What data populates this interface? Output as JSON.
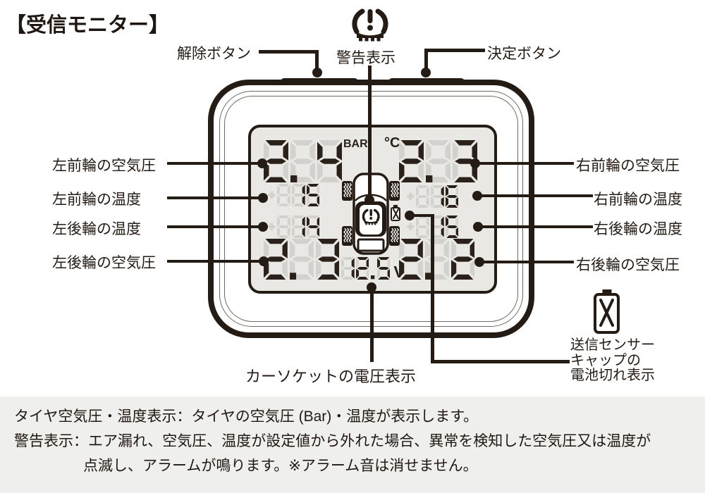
{
  "title": "【受信モニター】",
  "colors": {
    "ink": "#251b15",
    "digit": "#2a211a",
    "ghost": "#d3d1cd",
    "lcd": "#e9e8e5",
    "notes_bg": "#efefee"
  },
  "callouts": {
    "release_button": "解除ボタン",
    "warning_display": "警告表示",
    "enter_button": "決定ボタン",
    "left_front_pressure": "左前輪の空気圧",
    "left_front_temp": "左前輪の温度",
    "left_rear_temp": "左後輪の温度",
    "left_rear_pressure": "左後輪の空気圧",
    "right_front_pressure": "右前輪の空気圧",
    "right_front_temp": "右前輪の温度",
    "right_rear_temp": "右後輪の温度",
    "right_rear_pressure": "右後輪の空気圧",
    "socket_voltage": "カーソケットの電圧表示",
    "sensor_battery_line1": "送信センサー",
    "sensor_battery_line2": "キャップの",
    "sensor_battery_line3": "電池切れ表示"
  },
  "display": {
    "units": {
      "pressure": "BAR",
      "temperature": "°C",
      "voltage": "V"
    },
    "values": {
      "left_front_pressure": "2.4",
      "right_front_pressure": "2.3",
      "left_front_temp": "15",
      "right_front_temp": "16",
      "left_rear_temp": "14",
      "right_rear_temp": "15",
      "left_rear_pressure": "2.3",
      "right_rear_pressure": "2.2",
      "socket_voltage": "12.5"
    }
  },
  "notes": {
    "line1": "タイヤ空気圧・温度表示：タイヤの空気圧 (Bar)・温度が表示します。",
    "line2": "警告表示：エア漏れ、空気圧、温度が設定値から外れた場合、異常を検知した空気圧又は温度が",
    "line3": "点滅し、アラームが鳴ります。※アラーム音は消せません。"
  }
}
